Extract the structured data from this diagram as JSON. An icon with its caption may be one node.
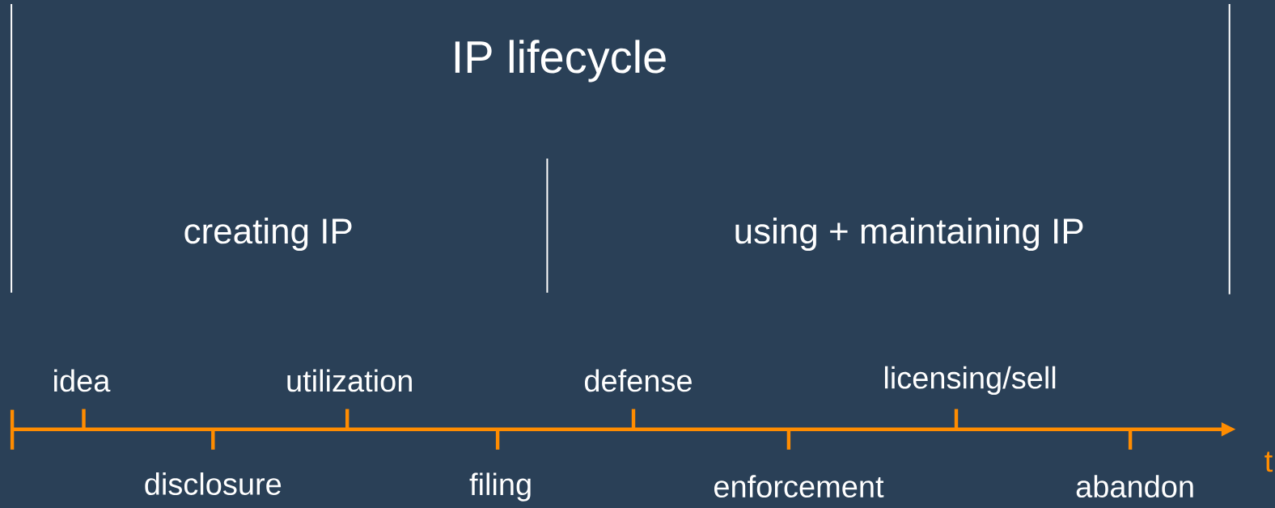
{
  "diagram": {
    "title": "IP lifecycle",
    "labels": [
      "creating IP",
      "using + maintaining IP",
      "idea",
      "utilization",
      "defense",
      "licensing/sell",
      "disclosure",
      "filing",
      "enforcement",
      "abandon",
      "t"
    ]
  }
}
